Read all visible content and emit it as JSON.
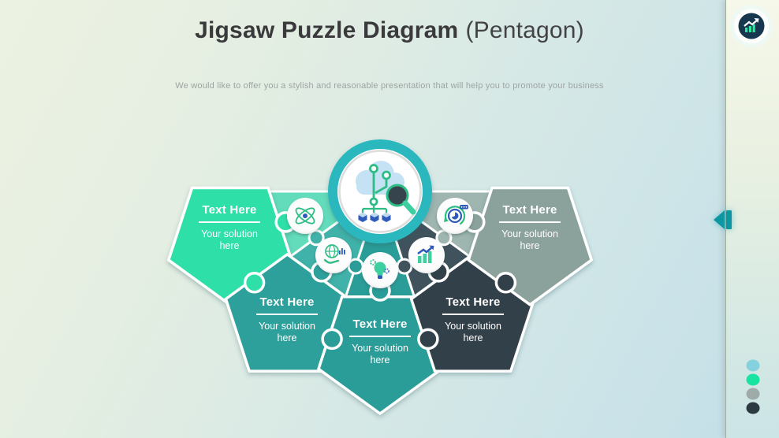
{
  "title": {
    "main": "Jigsaw Puzzle Diagram",
    "suffix": "(Pentagon)"
  },
  "subtitle": "We would like to offer you a stylish and reasonable presentation that will help you to promote your business",
  "pieces": [
    {
      "id": "left",
      "title": "Text Here",
      "solution": "Your solution here",
      "color": "#2FDFA7",
      "wedge_color": "#64DCBB",
      "icon": "atom-icon"
    },
    {
      "id": "bottom-left",
      "title": "Text Here",
      "solution": "Your solution here",
      "color": "#2FA09B",
      "wedge_color": "#41B2A9",
      "icon": "globe-hand-icon"
    },
    {
      "id": "bottom-center",
      "title": "Text Here",
      "solution": "Your solution here",
      "color": "#2A9D98",
      "wedge_color": "#2A9D98",
      "icon": "lightbulb-gear-icon"
    },
    {
      "id": "bottom-right",
      "title": "Text Here",
      "solution": "Your solution here",
      "color": "#333F49",
      "wedge_color": "#40535D",
      "icon": "growth-chart-icon"
    },
    {
      "id": "right",
      "title": "Text Here",
      "solution": "Your solution here",
      "color": "#8BA29C",
      "wedge_color": "#9FB5AF",
      "icon": "timer-icon"
    }
  ],
  "center": {
    "icon": "cloud-network-search-icon",
    "ring_color": "#2AB7BD"
  },
  "side_panel": {
    "badge_icon": "growth-chart-badge-icon",
    "nav_arrow_icon": "previous-arrow-icon",
    "dots": [
      {
        "color": "#85D1DD"
      },
      {
        "color": "#19E3A0"
      },
      {
        "color": "#9EABA8"
      },
      {
        "color": "#2B3940"
      }
    ]
  }
}
